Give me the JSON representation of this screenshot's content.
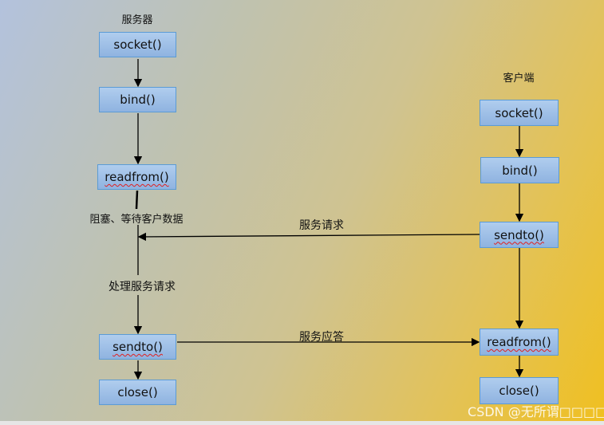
{
  "server": {
    "title": "服务器",
    "socket": "socket()",
    "bind": "bind()",
    "readfrom": "readfrom()",
    "sendto": "sendto()",
    "close": "close()",
    "block_note": "阻塞、等待客户数据",
    "process_note": "处理服务请求"
  },
  "client": {
    "title": "客户端",
    "socket": "socket()",
    "bind": "bind()",
    "sendto": "sendto()",
    "readfrom": "readfrom()",
    "close": "close()"
  },
  "messages": {
    "request": "服务请求",
    "response": "服务应答"
  },
  "watermark": "CSDN @无所谓□□□□"
}
